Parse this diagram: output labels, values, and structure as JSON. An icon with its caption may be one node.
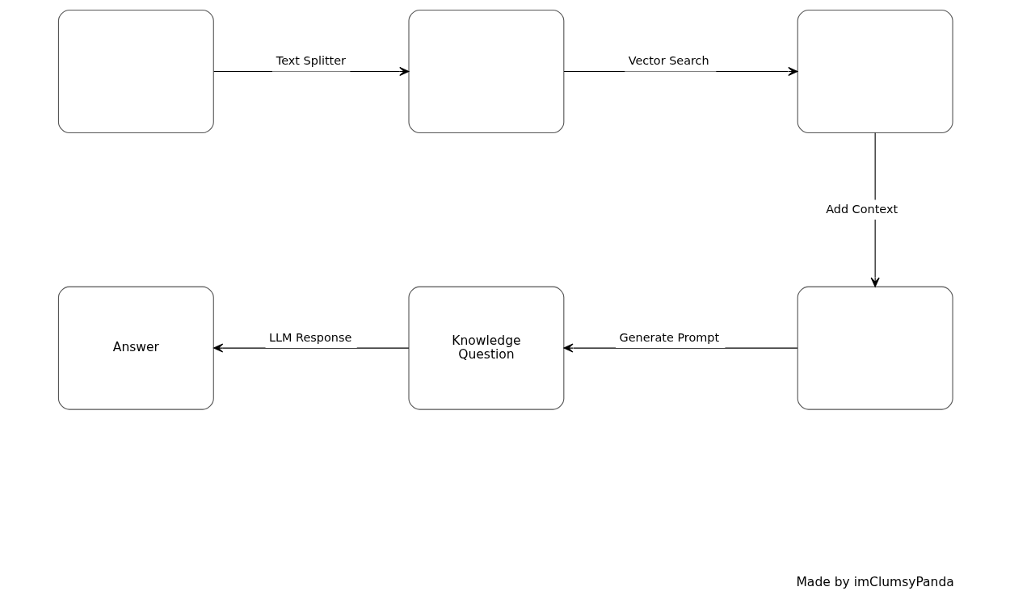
{
  "diagram": {
    "nodes": [
      {
        "text": [],
        "shape": "box"
      },
      {
        "text": [],
        "shape": "box"
      },
      {
        "text": [],
        "shape": "box"
      },
      {
        "text": [
          "Answer"
        ]
      },
      {
        "text": [
          "Knowledge",
          "Question"
        ]
      },
      {
        "text": [],
        "shape": "box"
      }
    ],
    "edges": [
      {
        "from": 0,
        "to": 1,
        "arrow": "to",
        "label": "Text Splitter"
      },
      {
        "from": 1,
        "to": 2,
        "arrow": "to",
        "label": "Vector Search"
      },
      {
        "from": 2,
        "to": 5,
        "arrow": "to",
        "label": "Add Context"
      },
      {
        "from": 5,
        "to": 4,
        "arrow": "to",
        "label": "Generate Prompt"
      },
      {
        "from": 4,
        "to": 3,
        "arrow": "to",
        "label": "LLM Response"
      }
    ],
    "labels": [
      "Made by imClumsyPanda"
    ]
  }
}
